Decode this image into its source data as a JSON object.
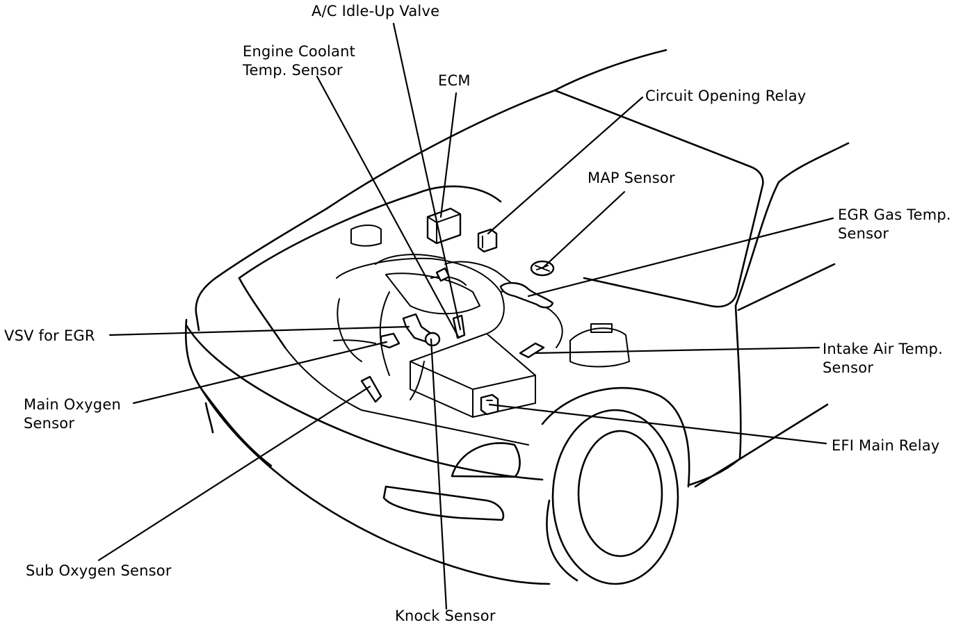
{
  "labels": {
    "ac_idle_up_valve": "A/C Idle-Up Valve",
    "engine_coolant_line1": "Engine Coolant",
    "engine_coolant_line2": "Temp. Sensor",
    "ecm": "ECM",
    "circuit_opening_relay": "Circuit Opening Relay",
    "map_sensor": "MAP Sensor",
    "egr_gas_line1": "EGR Gas Temp.",
    "egr_gas_line2": "Sensor",
    "vsv_for_egr": "VSV for EGR",
    "intake_air_line1": "Intake Air Temp.",
    "intake_air_line2": "Sensor",
    "main_oxygen_line1": "Main Oxygen",
    "main_oxygen_line2": "Sensor",
    "efi_main_relay": "EFI Main Relay",
    "sub_oxygen_sensor": "Sub Oxygen Sensor",
    "knock_sensor": "Knock Sensor"
  },
  "colors": {
    "line": "#000000",
    "background": "#ffffff"
  }
}
